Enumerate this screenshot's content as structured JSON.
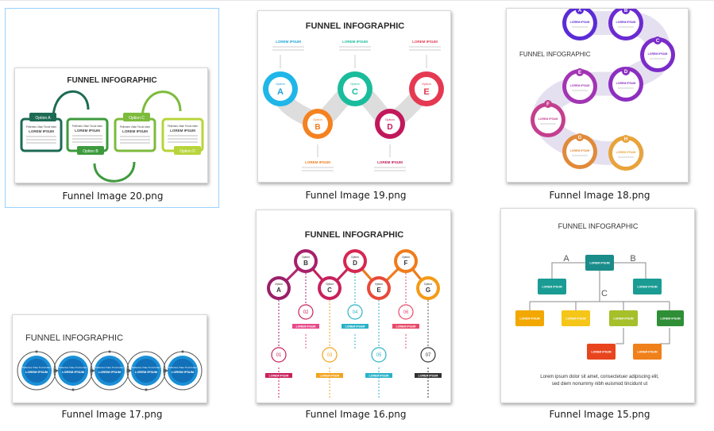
{
  "files": [
    {
      "name": "Funnel Image 20.png",
      "selected": true
    },
    {
      "name": "Funnel Image 19.png",
      "selected": false
    },
    {
      "name": "Funnel Image 18.png",
      "selected": false
    },
    {
      "name": "Funnel Image 17.png",
      "selected": false
    },
    {
      "name": "Funnel Image 16.png",
      "selected": false
    },
    {
      "name": "Funnel Image 15.png",
      "selected": false
    }
  ],
  "thumbs": {
    "t20": {
      "title": "FUNNEL INFOGRAPHIC",
      "options": [
        "Option A",
        "Option B",
        "Option C",
        "Option D"
      ],
      "heading": "LOREM IPSUM",
      "sub": "Pellentes Vitae Tincid Idem"
    },
    "t19": {
      "title": "FUNNEL INFOGRAPHIC",
      "option_word": "Option",
      "letters": [
        "A",
        "B",
        "C",
        "D",
        "E"
      ],
      "heading": "LOREM IPSUM"
    },
    "t18": {
      "title": "FUNNEL INFOGRAPHIC",
      "option_word": "Option",
      "letters": [
        "A",
        "B",
        "C",
        "D",
        "E",
        "F",
        "G",
        "H"
      ],
      "heading": "LOREM IPSUM"
    },
    "t17": {
      "title": "FUNNEL INFOGRAPHIC",
      "heading": "LOREM IPSUM",
      "sub": "Pellentes Vitae Tincid Idem"
    },
    "t16": {
      "title": "FUNNEL INFOGRAPHIC",
      "option_word": "Option",
      "letters": [
        "A",
        "B",
        "C",
        "D",
        "E",
        "F",
        "G"
      ],
      "numbers": [
        "01",
        "02",
        "03",
        "04",
        "05",
        "06",
        "07"
      ],
      "heading": "LOREM IPSUM"
    },
    "t15": {
      "title": "FUNNEL INFOGRAPHIC",
      "letters": [
        "A",
        "B",
        "C"
      ],
      "box": "LOREM IPSUM",
      "footer1": "Lorem ipsum dolor sit amet, consectetuer adipiscing elit,",
      "footer2": "sed diem nonummy nibh euismod tincidunt ut"
    }
  }
}
